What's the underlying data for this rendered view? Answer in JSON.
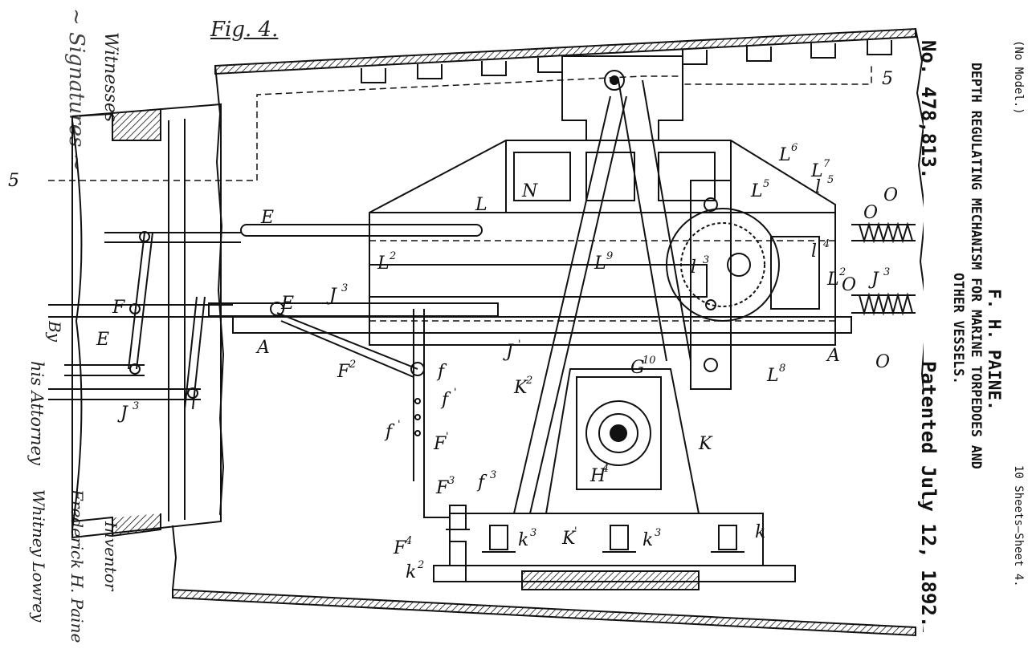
{
  "header": {
    "no_model": "(No Model.)",
    "sheets": "10 Sheets—Sheet 4.",
    "inventor": "F. H. PAINE.",
    "title_line1": "DEPTH REGULATING MECHANISM FOR MARINE TORPEDOES AND",
    "title_line2": "OTHER VESSELS.",
    "patent_no": "No. 478,813.",
    "patented": "Patented July 12, 1892."
  },
  "figure": {
    "label": "Fig. 4."
  },
  "signatures": {
    "witnesses_label": "Witnesses",
    "inventor_label": "Inventor",
    "inventor_name": "Frederick H. Paine",
    "by_label": "By",
    "attorney_label": "his Attorney",
    "attorney_name": "Whitney Lowrey"
  },
  "labels": [
    {
      "id": "N",
      "text": "N",
      "sup": ""
    },
    {
      "id": "L",
      "text": "L",
      "sup": ""
    },
    {
      "id": "L2a",
      "text": "L",
      "sup": "2"
    },
    {
      "id": "L2b",
      "text": "L",
      "sup": "2"
    },
    {
      "id": "L3",
      "text": "l",
      "sup": "3"
    },
    {
      "id": "L4",
      "text": "l",
      "sup": "4"
    },
    {
      "id": "L5",
      "text": "L",
      "sup": "5"
    },
    {
      "id": "l5",
      "text": "l",
      "sup": "5"
    },
    {
      "id": "L6",
      "text": "L",
      "sup": "6"
    },
    {
      "id": "L7",
      "text": "L",
      "sup": "7"
    },
    {
      "id": "L8",
      "text": "L",
      "sup": "8"
    },
    {
      "id": "L9",
      "text": "L",
      "sup": "9"
    },
    {
      "id": "E1",
      "text": "E",
      "sup": ""
    },
    {
      "id": "E2",
      "text": "E",
      "sup": ""
    },
    {
      "id": "E3",
      "text": "E",
      "sup": ""
    },
    {
      "id": "F1",
      "text": "F",
      "sup": ""
    },
    {
      "id": "F2",
      "text": "F",
      "sup": "2"
    },
    {
      "id": "F3",
      "text": "F",
      "sup": "3"
    },
    {
      "id": "F4",
      "text": "F",
      "sup": "4"
    },
    {
      "id": "Fp",
      "text": "F",
      "sup": "'"
    },
    {
      "id": "f",
      "text": "f",
      "sup": ""
    },
    {
      "id": "fp1",
      "text": "f",
      "sup": "'"
    },
    {
      "id": "fp2",
      "text": "f",
      "sup": "'"
    },
    {
      "id": "f3",
      "text": "f",
      "sup": "3"
    },
    {
      "id": "J3a",
      "text": "J",
      "sup": "3"
    },
    {
      "id": "J3b",
      "text": "J",
      "sup": "3"
    },
    {
      "id": "J3c",
      "text": "J",
      "sup": "3"
    },
    {
      "id": "Jp",
      "text": "J",
      "sup": "'"
    },
    {
      "id": "A1",
      "text": "A",
      "sup": ""
    },
    {
      "id": "A2",
      "text": "A",
      "sup": ""
    },
    {
      "id": "K",
      "text": "K",
      "sup": ""
    },
    {
      "id": "K2",
      "text": "K",
      "sup": "2"
    },
    {
      "id": "Kp",
      "text": "K",
      "sup": "'"
    },
    {
      "id": "k",
      "text": "k",
      "sup": ""
    },
    {
      "id": "k2",
      "text": "k",
      "sup": "2"
    },
    {
      "id": "k3a",
      "text": "k",
      "sup": "3"
    },
    {
      "id": "k3b",
      "text": "k",
      "sup": "3"
    },
    {
      "id": "G10",
      "text": "G",
      "sup": "10"
    },
    {
      "id": "H4",
      "text": "H",
      "sup": "4"
    },
    {
      "id": "O1",
      "text": "O",
      "sup": ""
    },
    {
      "id": "O2",
      "text": "O",
      "sup": ""
    },
    {
      "id": "O3",
      "text": "O",
      "sup": ""
    },
    {
      "id": "O4",
      "text": "O",
      "sup": ""
    },
    {
      "id": "S5a",
      "text": "5",
      "sup": ""
    },
    {
      "id": "S5b",
      "text": "5",
      "sup": ""
    }
  ]
}
